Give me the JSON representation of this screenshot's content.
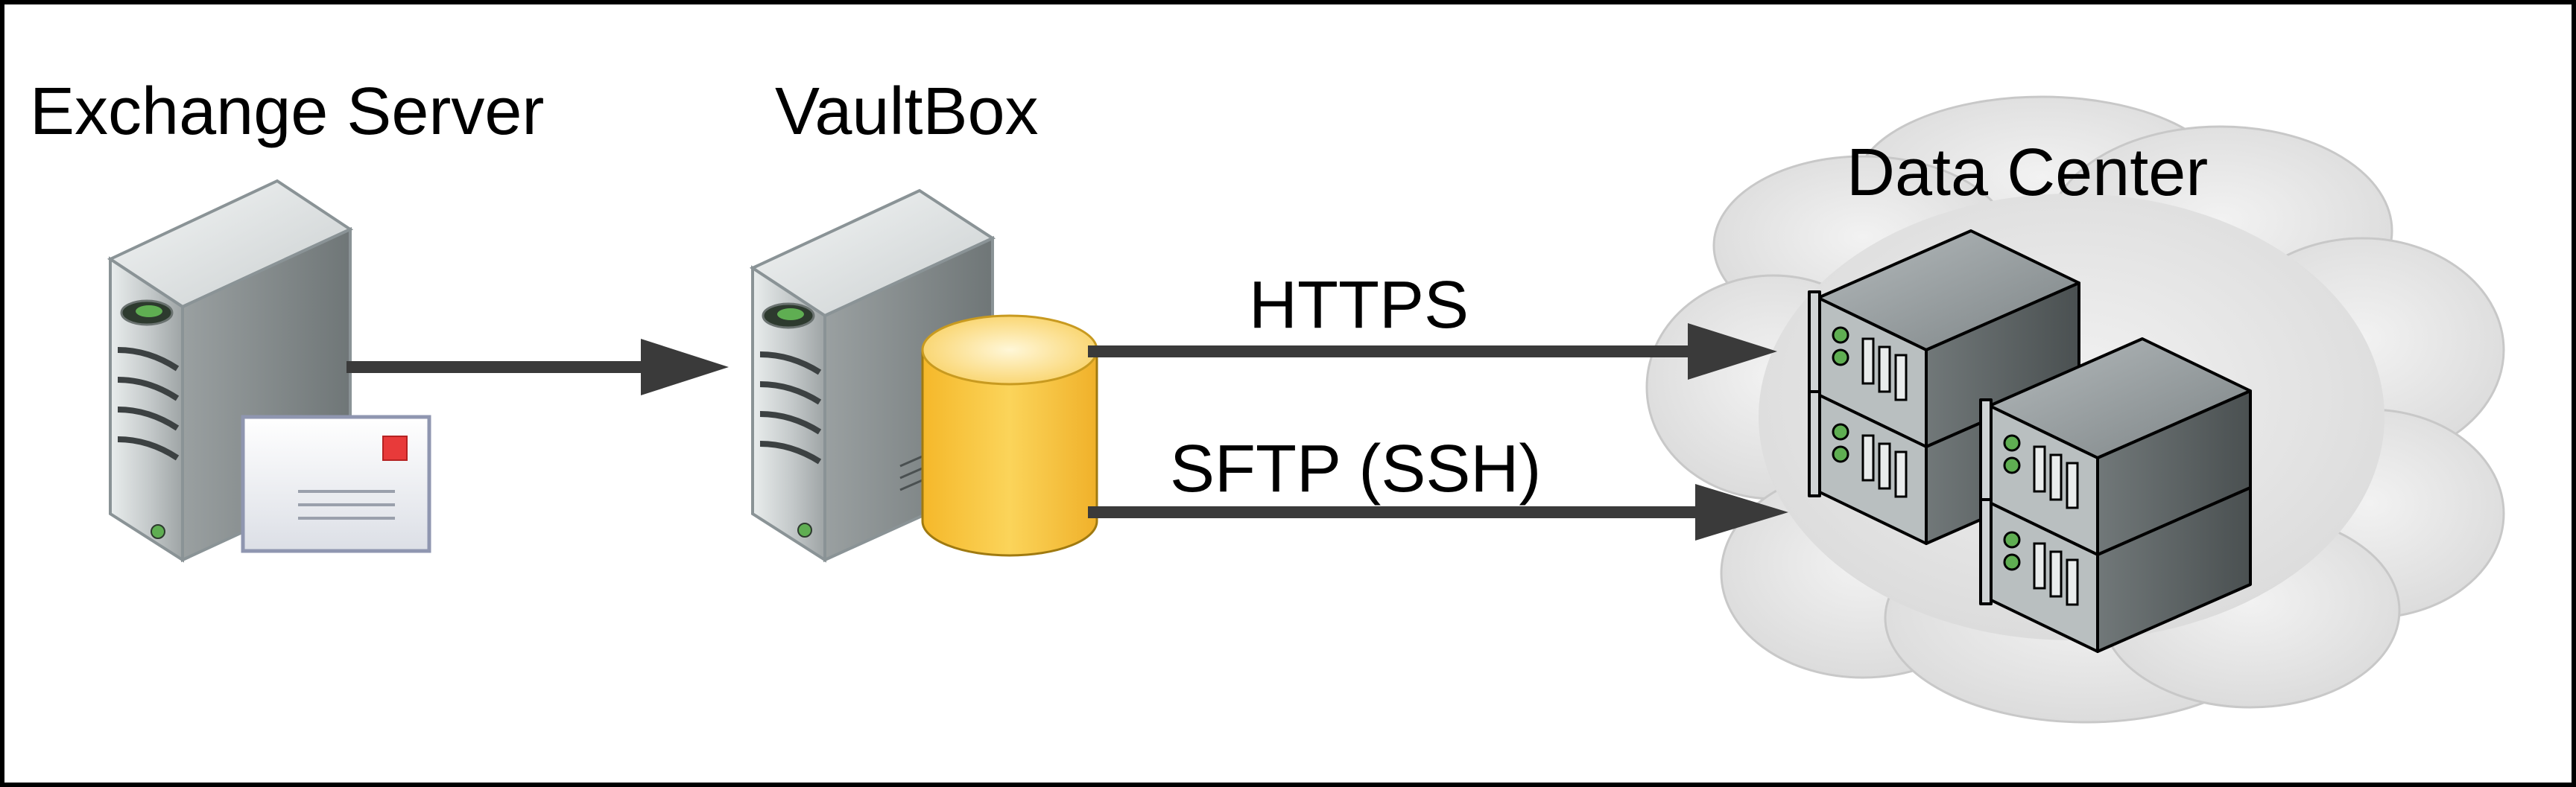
{
  "diagram": {
    "nodes": {
      "exchange": {
        "label": "Exchange Server",
        "icon": "server-tower-icon",
        "badge_icon": "envelope-icon"
      },
      "vaultbox": {
        "label": "VaultBox",
        "icon": "server-tower-icon",
        "badge_icon": "database-cylinder-icon"
      },
      "datacenter": {
        "label": "Data Center",
        "icon": "cloud-icon",
        "servers_icon": "rack-server-icon"
      }
    },
    "edges": {
      "exchange_to_vaultbox": {
        "label": ""
      },
      "https": {
        "label": "HTTPS"
      },
      "sftp": {
        "label": "SFTP (SSH)"
      }
    }
  },
  "colors": {
    "border": "#000000",
    "arrow": "#3a3a3a",
    "cylinder": "#f7c33d",
    "cloud": "#e6e6e6",
    "server_body": "#b8bcbd",
    "rack_body": "#8d9496"
  }
}
